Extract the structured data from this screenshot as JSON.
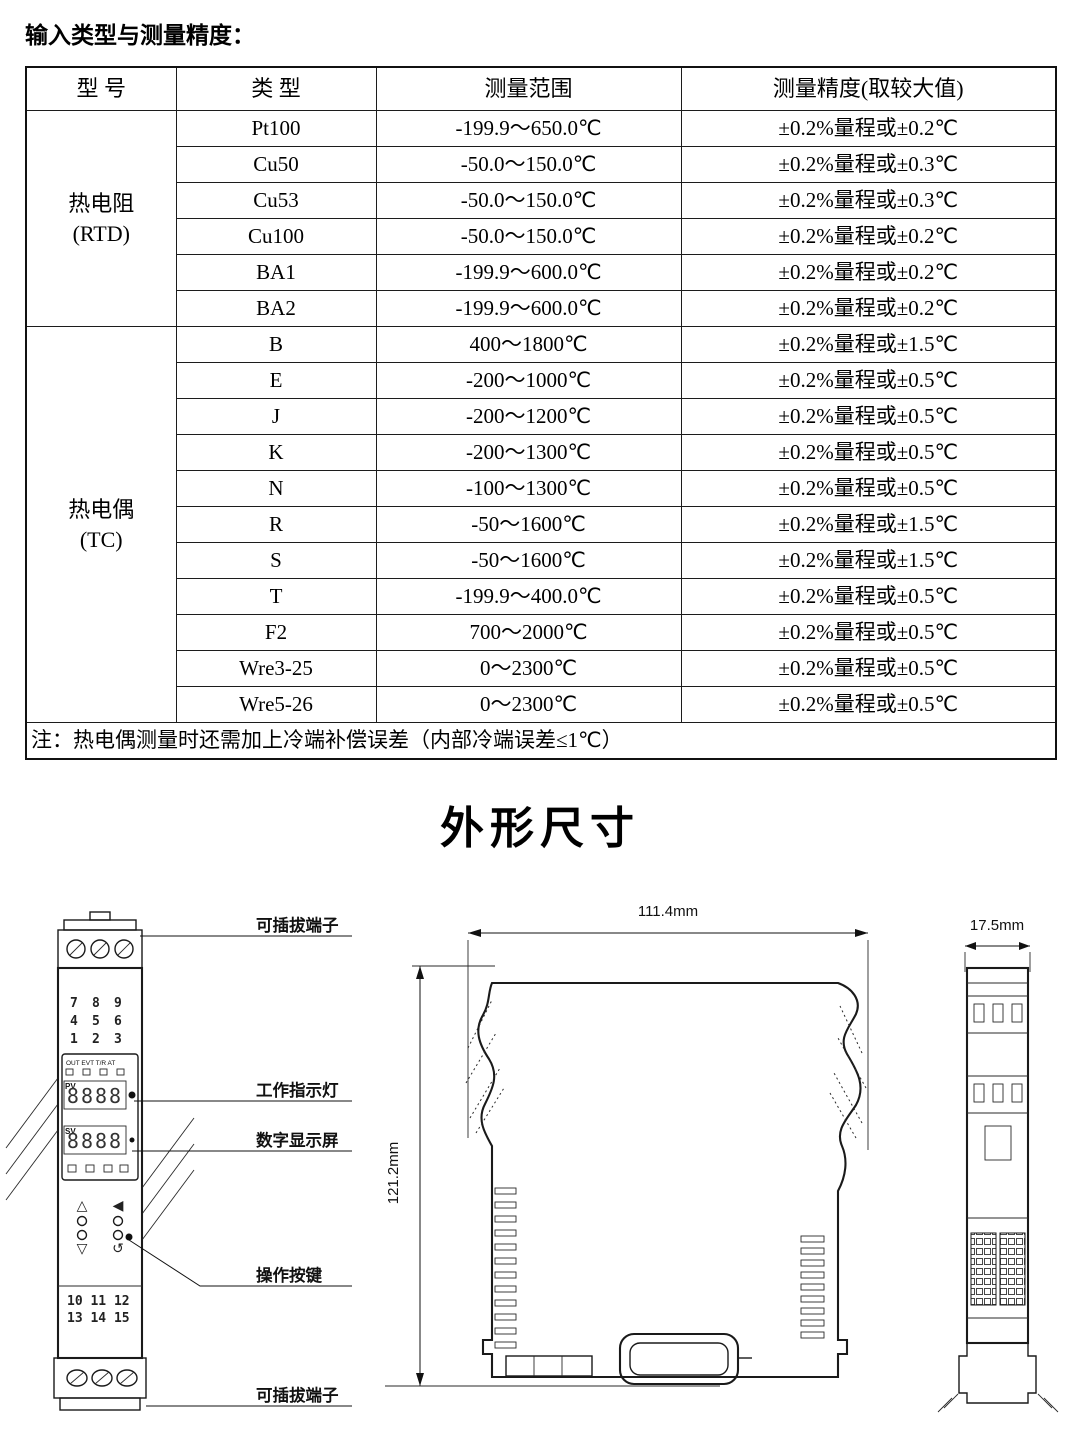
{
  "title": "输入类型与测量精度：",
  "accuracy_table": {
    "headers": {
      "model": "型  号",
      "type": "类  型",
      "range": "测量范围",
      "accuracy": "测量精度(取较大值)"
    },
    "groups": [
      {
        "model_line1": "热电阻",
        "model_line2": "(RTD)",
        "rows": [
          {
            "type": "Pt100",
            "range": "-199.9～650.0℃",
            "accuracy": "±0.2%量程或±0.2℃"
          },
          {
            "type": "Cu50",
            "range": "-50.0～150.0℃",
            "accuracy": "±0.2%量程或±0.3℃"
          },
          {
            "type": "Cu53",
            "range": "-50.0～150.0℃",
            "accuracy": "±0.2%量程或±0.3℃"
          },
          {
            "type": "Cu100",
            "range": "-50.0～150.0℃",
            "accuracy": "±0.2%量程或±0.2℃"
          },
          {
            "type": "BA1",
            "range": "-199.9～600.0℃",
            "accuracy": "±0.2%量程或±0.2℃"
          },
          {
            "type": "BA2",
            "range": "-199.9～600.0℃",
            "accuracy": "±0.2%量程或±0.2℃"
          }
        ]
      },
      {
        "model_line1": "热电偶",
        "model_line2": "(TC)",
        "rows": [
          {
            "type": "B",
            "range": "400～1800℃",
            "accuracy": "±0.2%量程或±1.5℃"
          },
          {
            "type": "E",
            "range": "-200～1000℃",
            "accuracy": "±0.2%量程或±0.5℃"
          },
          {
            "type": "J",
            "range": "-200～1200℃",
            "accuracy": "±0.2%量程或±0.5℃"
          },
          {
            "type": "K",
            "range": "-200～1300℃",
            "accuracy": "±0.2%量程或±0.5℃"
          },
          {
            "type": "N",
            "range": "-100～1300℃",
            "accuracy": "±0.2%量程或±0.5℃"
          },
          {
            "type": "R",
            "range": "-50～1600℃",
            "accuracy": "±0.2%量程或±1.5℃"
          },
          {
            "type": "S",
            "range": "-50～1600℃",
            "accuracy": "±0.2%量程或±1.5℃"
          },
          {
            "type": "T",
            "range": "-199.9～400.0℃",
            "accuracy": "±0.2%量程或±0.5℃"
          },
          {
            "type": "F2",
            "range": "700～2000℃",
            "accuracy": "±0.2%量程或±0.5℃"
          },
          {
            "type": "Wre3-25",
            "range": "0～2300℃",
            "accuracy": "±0.2%量程或±0.5℃"
          },
          {
            "type": "Wre5-26",
            "range": "0～2300℃",
            "accuracy": "±0.2%量程或±0.5℃"
          }
        ]
      }
    ],
    "note": "注：热电偶测量时还需加上冷端补偿误差（内部冷端误差≤1℃）"
  },
  "section_title": "外形尺寸",
  "drawing": {
    "callouts": {
      "top_terminal": "可插拔端子",
      "indicator": "工作指示灯",
      "display": "数字显示屏",
      "buttons": "操作按键",
      "bottom_terminal": "可插拔端子"
    },
    "dimensions": {
      "width": "111.4mm",
      "height": "121.2mm",
      "depth": "17.5mm"
    },
    "front_view": {
      "terminal_row1": [
        "7",
        "8",
        "9"
      ],
      "terminal_row2": [
        "4",
        "5",
        "6"
      ],
      "terminal_row3": [
        "1",
        "2",
        "3"
      ],
      "indicator_labels": "OUT EVT T/R AT",
      "pv_label": "PV",
      "pv_value": "8888",
      "sv_label": "SV",
      "sv_value": "8888",
      "terminal_row4": "10 11 12",
      "terminal_row5": "13 14 15",
      "button_icons": {
        "up": "△",
        "left": "◀",
        "down": "▽",
        "enter": "↺"
      }
    },
    "colors": {
      "highlight_red": "#cc2020",
      "line": "#1a1a1a"
    }
  }
}
